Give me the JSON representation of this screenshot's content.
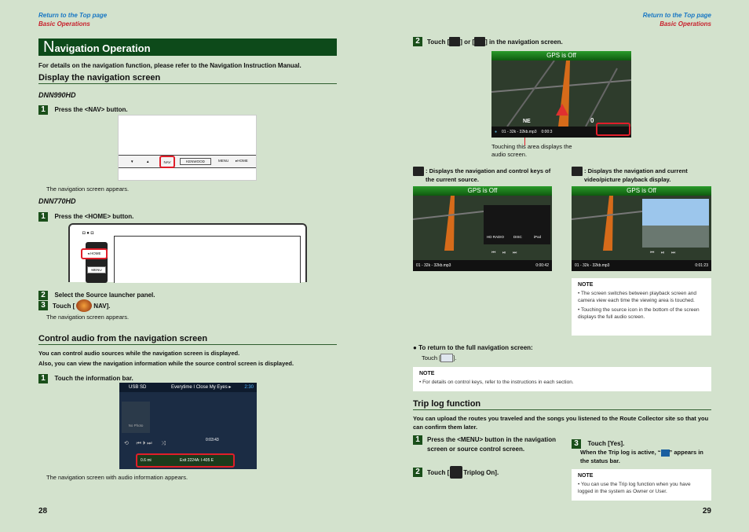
{
  "left": {
    "top_link": "Return to the Top page",
    "crumb": "Basic Operations",
    "title_initial": "N",
    "title_rest": "avigation Operation",
    "intro": "For details on the navigation function, please refer to the Navigation Instruction Manual.",
    "sec1": "Display the navigation screen",
    "model1": "DNN990HD",
    "m1_step1_num": "1",
    "m1_step1": "Press the <NAV> button.",
    "dev1": {
      "b1": "▼",
      "b2": "▲",
      "nav": "NAV",
      "brand": "KENWOOD",
      "menu": "MENU",
      "home": "▸HOME"
    },
    "m1_caption": "The navigation screen appears.",
    "model2": "DNN770HD",
    "m2_step1_num": "1",
    "m2_step1": "Press the <HOME> button.",
    "dev2": {
      "home": "◂ HOME",
      "menu": "MENU"
    },
    "m2_step2_num": "2",
    "m2_step2": "Select the Source launcher panel.",
    "m2_step3_num": "3",
    "m2_step3_pre": "Touch [",
    "m2_step3_post": "NAV].",
    "m2_caption": "The navigation screen appears.",
    "sec2": "Control audio from the navigation screen",
    "sec2_p1": "You can control audio sources while the navigation screen is displayed.",
    "sec2_p2": "Also, you can view the navigation information while the source control screen is displayed.",
    "s2_step1_num": "1",
    "s2_step1": "Touch the information bar.",
    "audio": {
      "src": "USB SD",
      "track": "Everytime I Close My Eyes ▸",
      "time": "2:30",
      "nophoto": "No Photo",
      "elapsed": "0:03:43",
      "dist": "0.6 mi",
      "street": "Exit 2224A: I-405 E"
    },
    "s2_caption": "The navigation screen with audio information appears.",
    "page_num": "28"
  },
  "right": {
    "top_link": "Return to the Top page",
    "crumb": "Basic Operations",
    "step2_num": "2",
    "step2_a": "Touch [",
    "step2_b": "] or [",
    "step2_c": "] in the navigation screen.",
    "nav_top": {
      "gps": "GPS is Off",
      "heading": "NE",
      "file": "01 - 32k - 32kb.mp3",
      "t": "0:00:3",
      "zoom": "0"
    },
    "callout": "Touching this area displays the audio screen.",
    "desc_a": ": Displays the navigation and control keys of the current source.",
    "desc_b": ": Displays the navigation and current video/picture playback display.",
    "scr_a": {
      "gps": "GPS is Off",
      "radio": "HD RADIO",
      "disc": "DISC",
      "ipod": "iPod",
      "file": "01 - 32k - 32kb.mp3",
      "t": "0:00:42"
    },
    "scr_b": {
      "gps": "GPS is Off",
      "file": "01 - 32k - 32kb.mp3",
      "t": "0:01:23"
    },
    "note1_h": "NOTE",
    "note1_items": [
      "• The screen switches between playback screen and camera view each time the viewing area is touched.",
      "• Touching the source icon in the bottom of the screen displays the full audio screen."
    ],
    "ret_title": "To return to the full navigation screen:",
    "ret_pre": "Touch [",
    "ret_post": "].",
    "note2_h": "NOTE",
    "note2_items": [
      "• For details on control keys, refer to the instructions in each section."
    ],
    "sec3": "Trip log function",
    "sec3_p": "You can upload the routes you traveled and the songs you listened to the Route Collector site so that you can confirm them later.",
    "t_step1_num": "1",
    "t_step1": "Press the <MENU> button in the navigation screen or source control screen.",
    "t_step2_num": "2",
    "t_step2_pre": "Touch [",
    "t_step2_post": "Triplog On].",
    "t_step3_num": "3",
    "t_step3": "Touch [Yes].",
    "t_step3_sub": "When the Trip log is active, “",
    "t_step3_sub2": "” appears in the status bar.",
    "note3_h": "NOTE",
    "note3_items": [
      "• You can use the Trip log function when you have logged in the system as Owner or User."
    ],
    "page_num": "29"
  }
}
